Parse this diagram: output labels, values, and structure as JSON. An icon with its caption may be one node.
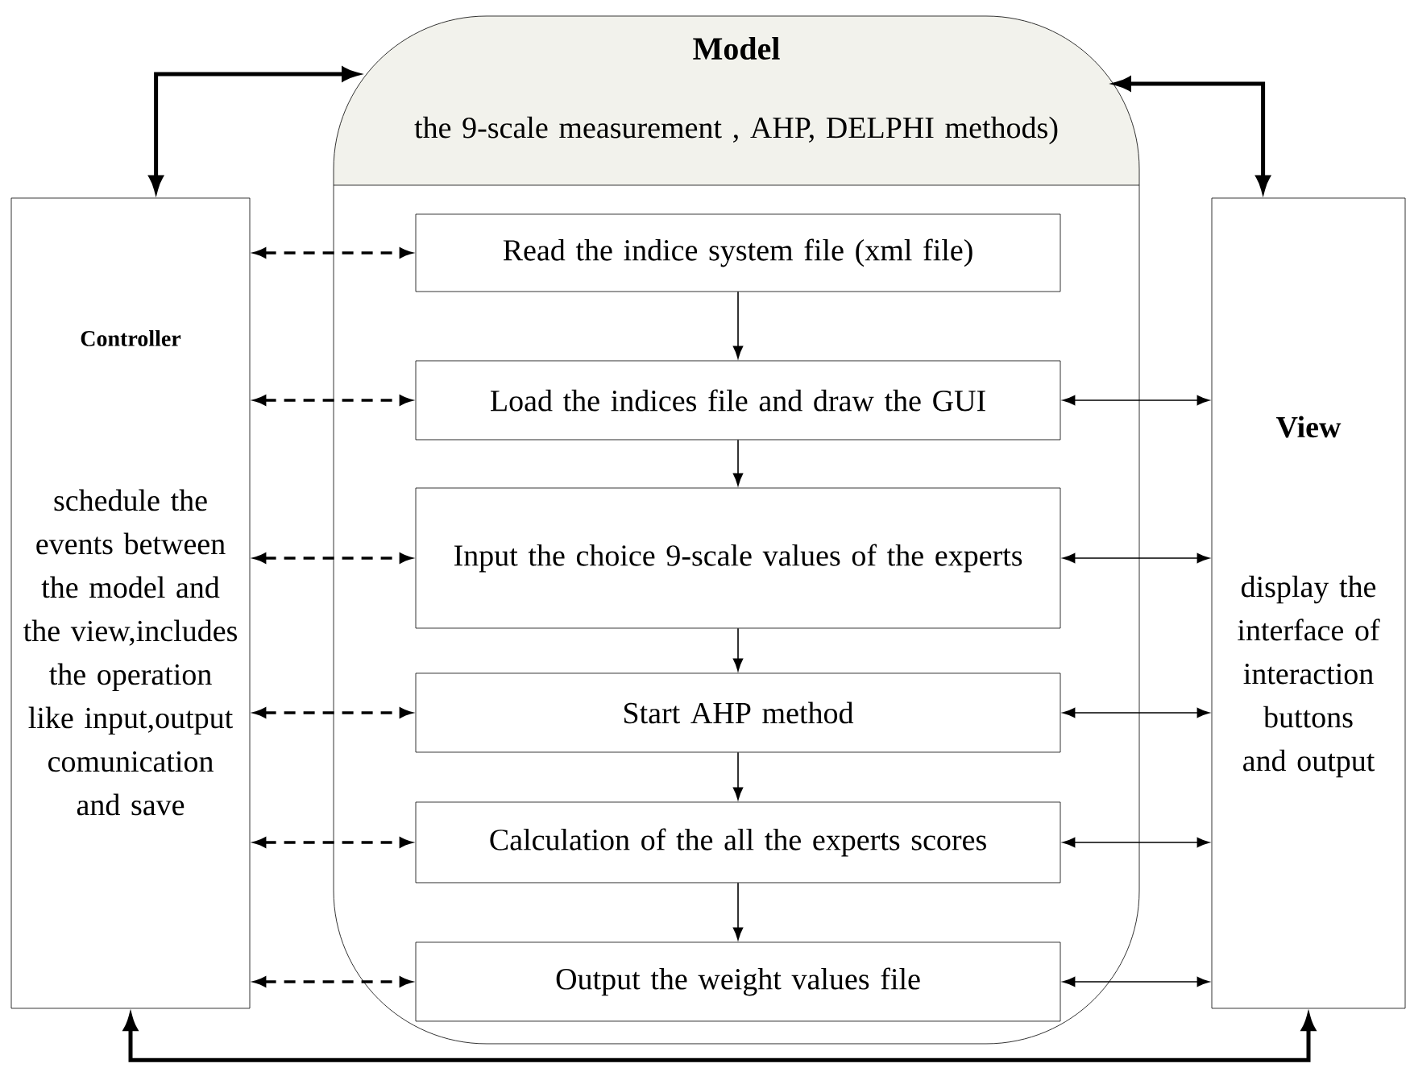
{
  "diagram": {
    "nodes": [
      {
        "text": [
          "Controller",
          "schedule the events between the model and the view,includes the operation like input,output comunication and save"
        ]
      },
      {
        "text": [
          "Model",
          "the 9-scale measurement , AHP, DELPHI methods)"
        ]
      },
      {
        "text": [
          "View",
          "display the interface of interaction buttons and output"
        ]
      },
      {
        "text": [
          "Read the indice system file (xml file)"
        ],
        "in": 1
      },
      {
        "text": [
          "Load the indices file and draw the GUI"
        ],
        "in": 1
      },
      {
        "text": [
          "Input the choice 9-scale values of the experts"
        ],
        "in": 1
      },
      {
        "text": [
          "Start AHP method"
        ],
        "in": 1
      },
      {
        "text": [
          "Calculation of the all the experts scores"
        ],
        "in": 1
      },
      {
        "text": [
          "Output the weight values file"
        ],
        "in": 1
      }
    ],
    "edges": [
      {
        "from": 0,
        "to": 1,
        "arrow": "both",
        "style": "thick"
      },
      {
        "from": 2,
        "to": 1,
        "arrow": "both",
        "style": "thick"
      },
      {
        "from": 0,
        "to": 3,
        "arrow": "both",
        "style": "dashed"
      },
      {
        "from": 3,
        "to": 4,
        "arrow": "to"
      },
      {
        "from": 0,
        "to": 4,
        "arrow": "both",
        "style": "dashed"
      },
      {
        "from": 4,
        "to": 2,
        "arrow": "both"
      },
      {
        "from": 4,
        "to": 5,
        "arrow": "to"
      },
      {
        "from": 0,
        "to": 5,
        "arrow": "both",
        "style": "dashed"
      },
      {
        "from": 5,
        "to": 2,
        "arrow": "both"
      },
      {
        "from": 5,
        "to": 6,
        "arrow": "to"
      },
      {
        "from": 0,
        "to": 6,
        "arrow": "both",
        "style": "dashed"
      },
      {
        "from": 6,
        "to": 2,
        "arrow": "both"
      },
      {
        "from": 6,
        "to": 7,
        "arrow": "to"
      },
      {
        "from": 0,
        "to": 7,
        "arrow": "both",
        "style": "dashed"
      },
      {
        "from": 7,
        "to": 2,
        "arrow": "both"
      },
      {
        "from": 7,
        "to": 8,
        "arrow": "to"
      },
      {
        "from": 0,
        "to": 8,
        "arrow": "both",
        "style": "dashed"
      },
      {
        "from": 8,
        "to": 2,
        "arrow": "both"
      },
      {
        "from": 0,
        "to": 2,
        "arrow": "both",
        "style": "thick"
      }
    ]
  }
}
